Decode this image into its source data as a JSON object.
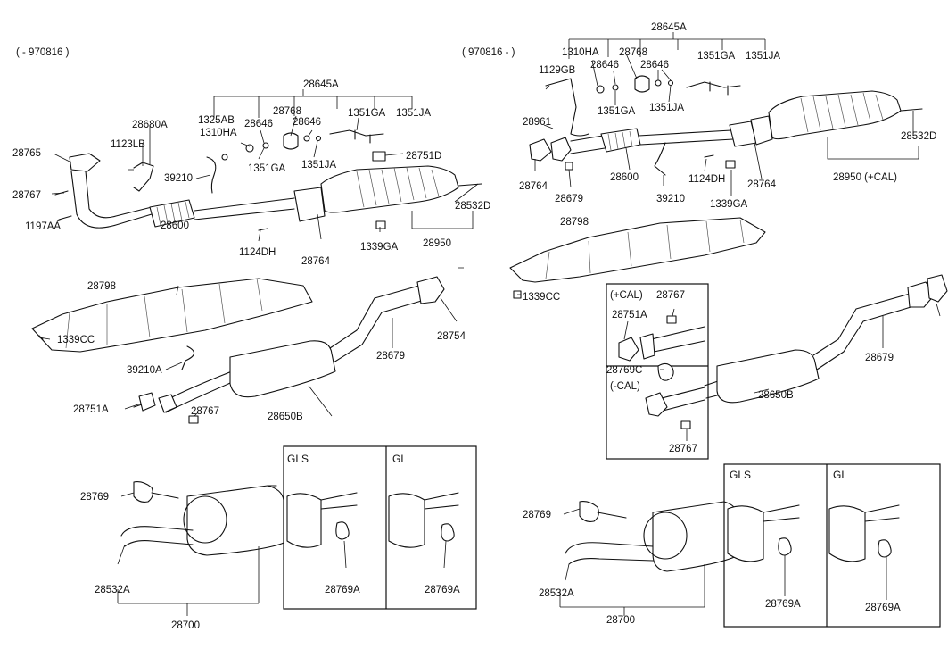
{
  "left_panel": {
    "range": "( - 970816 )",
    "labels": [
      "28645A",
      "1325AB",
      "1310HA",
      "28646",
      "28768",
      "28646",
      "1351GA",
      "1351JA",
      "1351GA",
      "1351JA",
      "28680A",
      "1123LB",
      "28765",
      "28767",
      "1197AA",
      "39210",
      "28600",
      "28751D",
      "28532D",
      "1124DH",
      "1339GA",
      "28764",
      "28950",
      "28798",
      "1339CC",
      "28754",
      "28679",
      "39210A",
      "28751A",
      "28767",
      "28650B",
      "28769",
      "28532A",
      "28700",
      "GLS",
      "GL",
      "28769A",
      "28769A"
    ]
  },
  "right_panel": {
    "range": "( 970816 - )",
    "labels": [
      "28645A",
      "1310HA",
      "28768",
      "1351GA",
      "1351JA",
      "1129GB",
      "28646",
      "28646",
      "1351GA",
      "1351JA",
      "28961",
      "28532D",
      "28764",
      "28679",
      "28600",
      "39210",
      "1124DH",
      "28764",
      "1339GA",
      "28950 (+CAL)",
      "28798",
      "1339CC",
      "(+CAL)",
      "28767",
      "28751A",
      "28769C",
      "(-CAL)",
      "28767",
      "28679",
      "28650B",
      "28769",
      "28532A",
      "28700",
      "GLS",
      "GL",
      "28769A",
      "28769A"
    ]
  }
}
